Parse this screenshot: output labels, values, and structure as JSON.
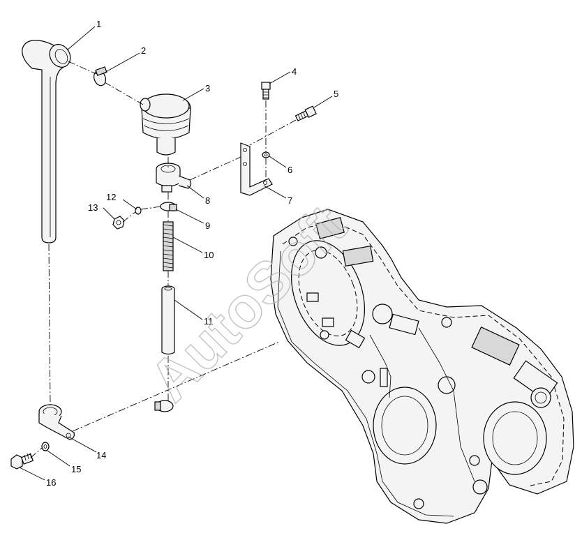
{
  "watermark": {
    "text": "AutoSoft"
  },
  "callouts": [
    {
      "num": "1"
    },
    {
      "num": "2"
    },
    {
      "num": "3"
    },
    {
      "num": "4"
    },
    {
      "num": "5"
    },
    {
      "num": "6"
    },
    {
      "num": "7"
    },
    {
      "num": "8"
    },
    {
      "num": "9"
    },
    {
      "num": "10"
    },
    {
      "num": "11"
    },
    {
      "num": "12"
    },
    {
      "num": "13"
    },
    {
      "num": "14"
    },
    {
      "num": "15"
    },
    {
      "num": "16"
    }
  ]
}
